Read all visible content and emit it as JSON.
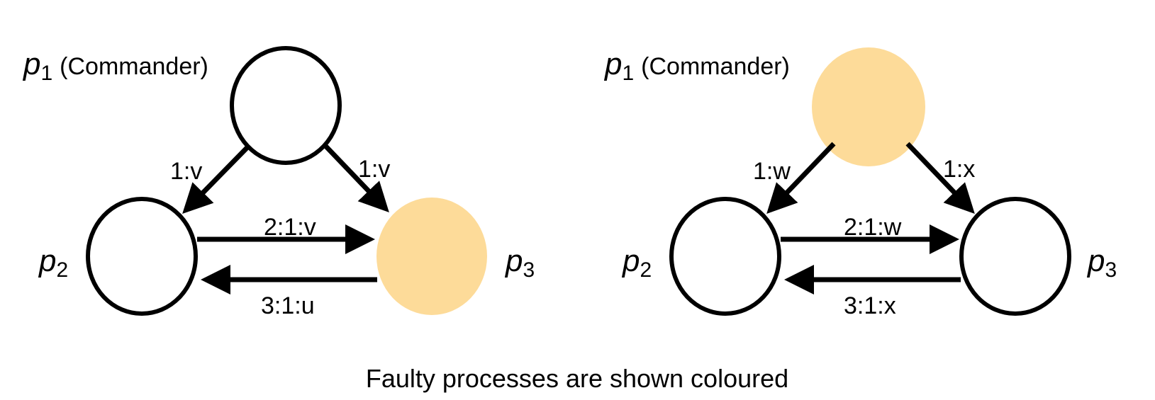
{
  "colors": {
    "faulty": "#FDDB99",
    "normal": "#FFFFFF",
    "stroke": "#000000"
  },
  "diagrams": [
    {
      "nodes": {
        "p1": {
          "letter": "p",
          "sub": "1",
          "role": "(Commander)",
          "faulty": false
        },
        "p2": {
          "letter": "p",
          "sub": "2",
          "faulty": false
        },
        "p3": {
          "letter": "p",
          "sub": "3",
          "faulty": true
        }
      },
      "edges": {
        "p1_p2": "1:v",
        "p1_p3": "1:v",
        "p2_p3": "2:1:v",
        "p3_p2": "3:1:u"
      }
    },
    {
      "nodes": {
        "p1": {
          "letter": "p",
          "sub": "1",
          "role": "(Commander)",
          "faulty": true
        },
        "p2": {
          "letter": "p",
          "sub": "2",
          "faulty": false
        },
        "p3": {
          "letter": "p",
          "sub": "3",
          "faulty": false
        }
      },
      "edges": {
        "p1_p2": "1:w",
        "p1_p3": "1:x",
        "p2_p3": "2:1:w",
        "p3_p2": "3:1:x"
      }
    }
  ],
  "caption": "Faulty processes are shown coloured"
}
